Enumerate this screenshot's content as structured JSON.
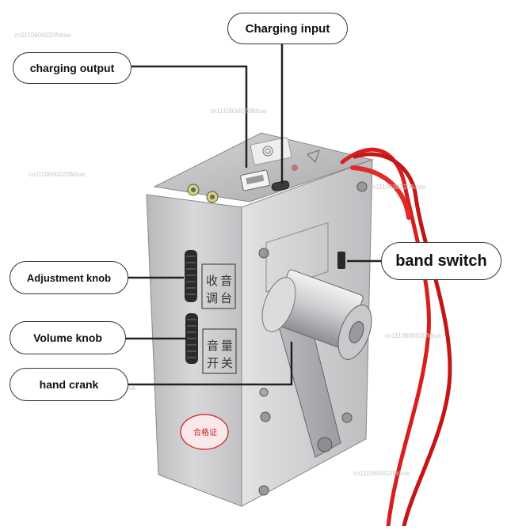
{
  "labels": {
    "charging_input": "Charging input",
    "charging_output": "charging output",
    "band_switch": "band switch",
    "adjustment_knob": "Adjustment knob",
    "volume_knob": "Volume knob",
    "hand_crank": "hand crank"
  },
  "panel_text": {
    "tuning_1": "收",
    "tuning_2": "音",
    "tuning_3": "调",
    "tuning_4": "台",
    "volume_1": "音",
    "volume_2": "量",
    "volume_3": "开",
    "volume_4": "关",
    "stamp": "合格证"
  },
  "watermark": "cn1110600020fkbue",
  "colors": {
    "background": "#ffffff",
    "device_body": "#c8c8ca",
    "strap": "#d81e1e",
    "callout_border": "#333333",
    "stamp": "#d23a3a"
  }
}
